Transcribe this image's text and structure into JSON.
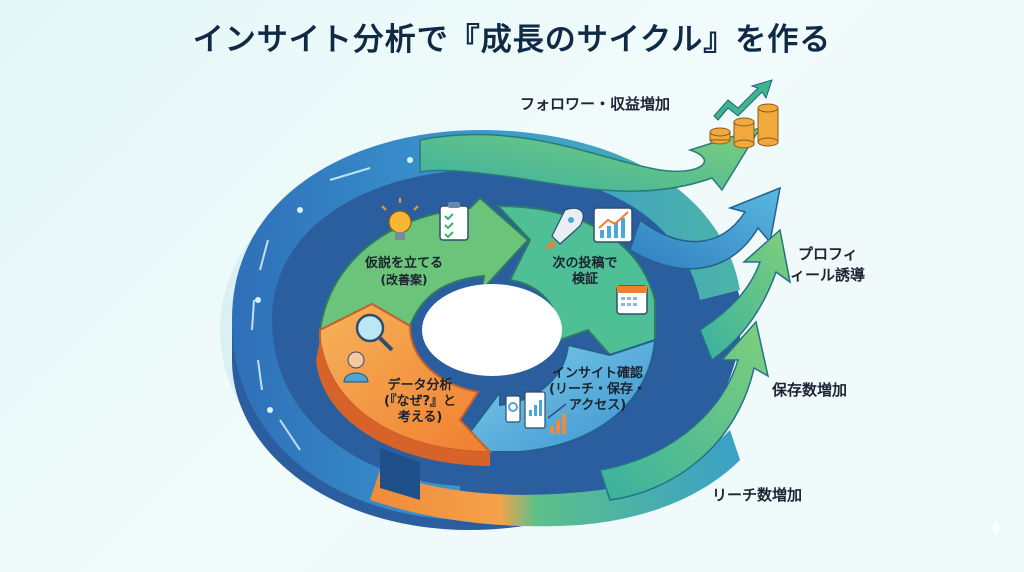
{
  "title": "インサイト分析で『成長のサイクル』を作る",
  "cycle": {
    "stages": [
      {
        "id": "hypothesis",
        "line1": "仮説を立てる",
        "line2": "(改善案)",
        "icons": [
          "lightbulb-icon",
          "checklist-icon"
        ],
        "color": "#6cc47a"
      },
      {
        "id": "verify",
        "line1": "次の投稿で",
        "line2": "検証",
        "icons": [
          "rocket-icon",
          "growth-chart-icon",
          "calendar-icon"
        ],
        "color": "#4fbf96"
      },
      {
        "id": "insight",
        "line1": "インサイト確認",
        "line2": "(リーチ・保存・",
        "line3": "アクセス)",
        "icons": [
          "smartphone-icon",
          "tablet-chart-icon",
          "bar-chart-icon"
        ],
        "color": "#4aa7d8"
      },
      {
        "id": "analysis",
        "line1": "データ分析",
        "line2": "(『なぜ?』と",
        "line3": "考える)",
        "icons": [
          "magnifier-icon",
          "thinking-person-icon"
        ],
        "color": "#f5943d"
      }
    ]
  },
  "outcomes": [
    {
      "id": "reach",
      "label": "リーチ数増加"
    },
    {
      "id": "saves",
      "label": "保存数増加"
    },
    {
      "id": "profile",
      "line1": "プロフィ",
      "line2": "ィール誘導"
    },
    {
      "id": "followers",
      "label": "フォロワー・収益増加"
    }
  ],
  "colors": {
    "title": "#0f2a44",
    "outer_ring_blue": "#3a86c8",
    "outer_ring_green": "#5cc08a",
    "orange": "#f5943d",
    "coin": "#f2a93b"
  }
}
